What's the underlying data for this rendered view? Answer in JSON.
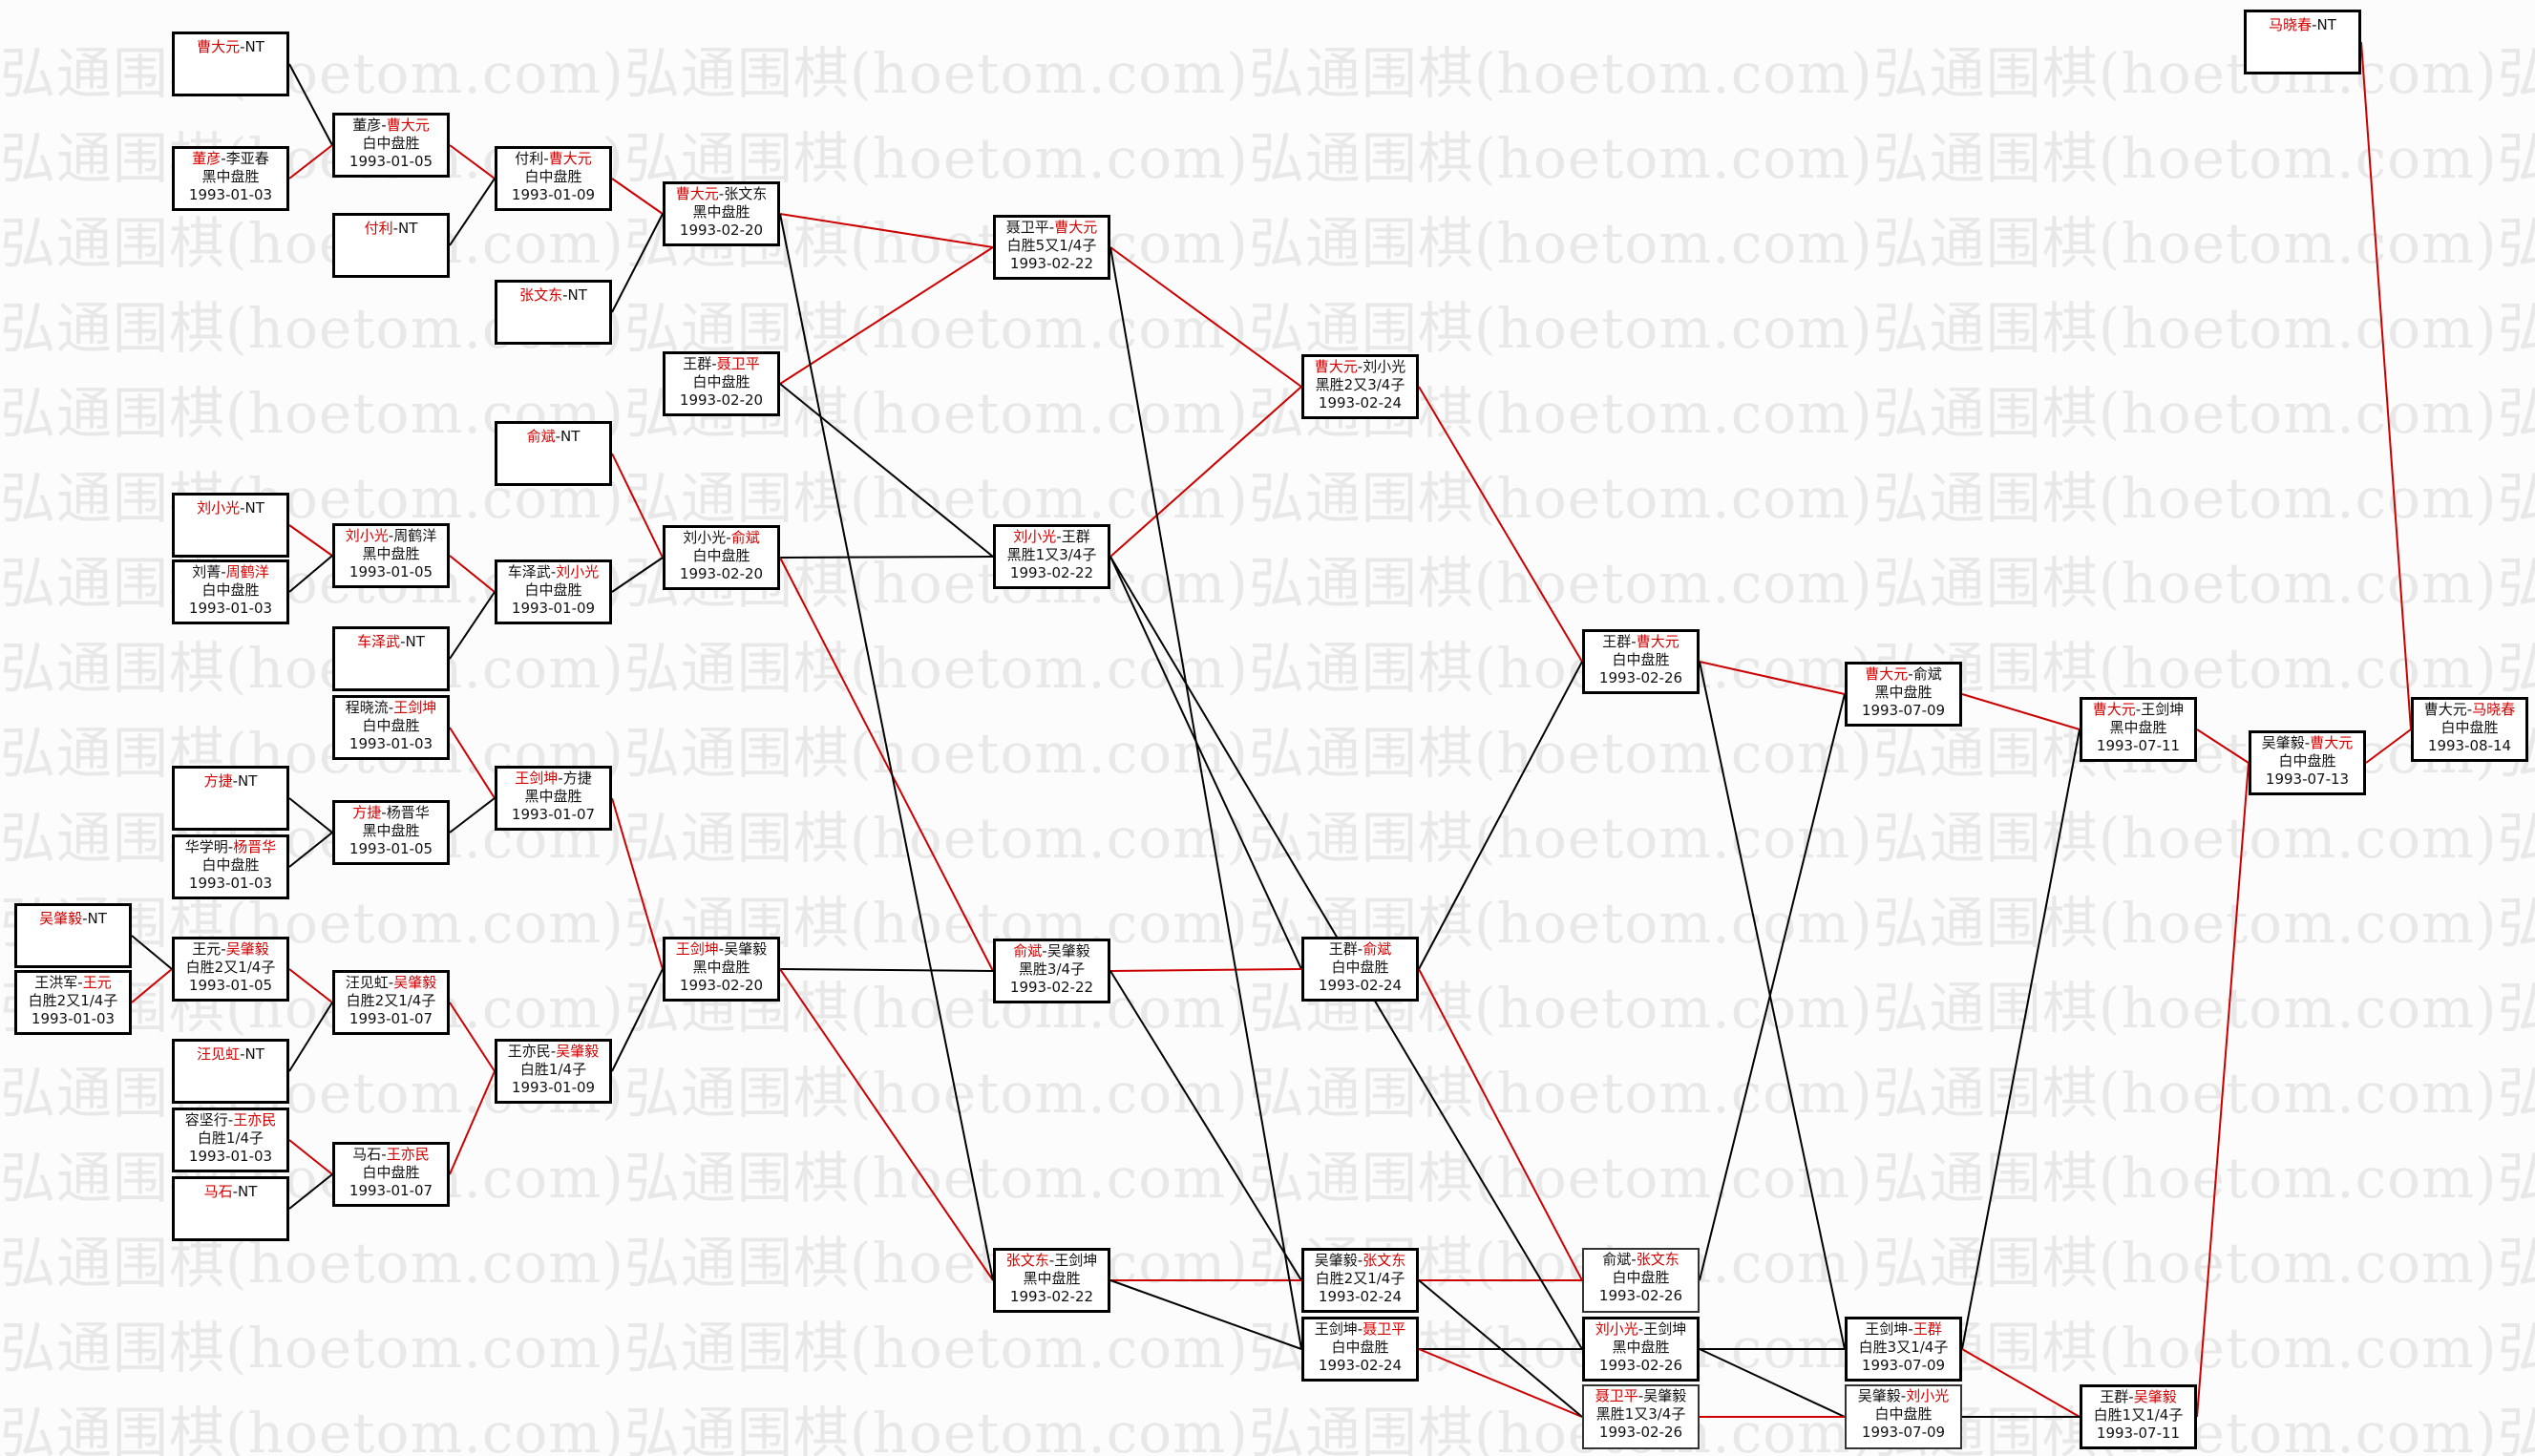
{
  "watermark": "弘通围棋(hoetom.com)",
  "colors": {
    "winner": "#d40000",
    "line_win": "#cc0000",
    "line_other": "#000000"
  },
  "matches": [
    {
      "id": "m1",
      "a": "曹大元",
      "b": "NT",
      "w": "a"
    },
    {
      "id": "m2",
      "a": "董彦",
      "b": "李亚春",
      "w": "a",
      "r": "黑中盘胜",
      "d": "1993-01-03"
    },
    {
      "id": "m3",
      "a": "董彦",
      "b": "曹大元",
      "w": "b",
      "r": "白中盘胜",
      "d": "1993-01-05"
    },
    {
      "id": "m4",
      "a": "付利",
      "b": "NT",
      "w": "a"
    },
    {
      "id": "m5",
      "a": "付利",
      "b": "曹大元",
      "w": "b",
      "r": "白中盘胜",
      "d": "1993-01-09"
    },
    {
      "id": "m6",
      "a": "张文东",
      "b": "NT",
      "w": "a"
    },
    {
      "id": "m7",
      "a": "曹大元",
      "b": "张文东",
      "w": "a",
      "r": "黑中盘胜",
      "d": "1993-02-20"
    },
    {
      "id": "m8",
      "a": "王群",
      "b": "聂卫平",
      "w": "b",
      "r": "白中盘胜",
      "d": "1993-02-20"
    },
    {
      "id": "m9",
      "a": "俞斌",
      "b": "NT",
      "w": "a"
    },
    {
      "id": "m10",
      "a": "刘小光",
      "b": "NT",
      "w": "a"
    },
    {
      "id": "m11",
      "a": "刘菁",
      "b": "周鹤洋",
      "w": "b",
      "r": "白中盘胜",
      "d": "1993-01-03"
    },
    {
      "id": "m12",
      "a": "刘小光",
      "b": "周鹤洋",
      "w": "a",
      "r": "黑中盘胜",
      "d": "1993-01-05"
    },
    {
      "id": "m13",
      "a": "车泽武",
      "b": "NT",
      "w": "a"
    },
    {
      "id": "m14",
      "a": "车泽武",
      "b": "刘小光",
      "w": "b",
      "r": "白中盘胜",
      "d": "1993-01-09"
    },
    {
      "id": "m15",
      "a": "刘小光",
      "b": "俞斌",
      "w": "b",
      "r": "白中盘胜",
      "d": "1993-02-20"
    },
    {
      "id": "m16",
      "a": "程晓流",
      "b": "王剑坤",
      "w": "b",
      "r": "白中盘胜",
      "d": "1993-01-03"
    },
    {
      "id": "m17",
      "a": "方捷",
      "b": "NT",
      "w": "a"
    },
    {
      "id": "m18",
      "a": "华学明",
      "b": "杨晋华",
      "w": "b",
      "r": "白中盘胜",
      "d": "1993-01-03"
    },
    {
      "id": "m19",
      "a": "方捷",
      "b": "杨晋华",
      "w": "a",
      "r": "黑中盘胜",
      "d": "1993-01-05"
    },
    {
      "id": "m20",
      "a": "王剑坤",
      "b": "方捷",
      "w": "a",
      "r": "黑中盘胜",
      "d": "1993-01-07"
    },
    {
      "id": "m21",
      "a": "吴肇毅",
      "b": "NT",
      "w": "a"
    },
    {
      "id": "m22",
      "a": "王洪军",
      "b": "王元",
      "w": "b",
      "r": "白胜2又1/4子",
      "d": "1993-01-03"
    },
    {
      "id": "m23",
      "a": "王元",
      "b": "吴肇毅",
      "w": "b",
      "r": "白胜2又1/4子",
      "d": "1993-01-05"
    },
    {
      "id": "m24",
      "a": "汪见虹",
      "b": "NT",
      "w": "a"
    },
    {
      "id": "m25",
      "a": "汪见虹",
      "b": "吴肇毅",
      "w": "b",
      "r": "白胜2又1/4子",
      "d": "1993-01-07"
    },
    {
      "id": "m26",
      "a": "容坚行",
      "b": "王亦民",
      "w": "b",
      "r": "白胜1/4子",
      "d": "1993-01-03"
    },
    {
      "id": "m27",
      "a": "马石",
      "b": "NT",
      "w": "a"
    },
    {
      "id": "m28",
      "a": "马石",
      "b": "王亦民",
      "w": "b",
      "r": "白中盘胜",
      "d": "1993-01-07"
    },
    {
      "id": "m29",
      "a": "王亦民",
      "b": "吴肇毅",
      "w": "b",
      "r": "白胜1/4子",
      "d": "1993-01-09"
    },
    {
      "id": "m30",
      "a": "王剑坤",
      "b": "吴肇毅",
      "w": "a",
      "r": "黑中盘胜",
      "d": "1993-02-20"
    },
    {
      "id": "m31",
      "a": "聂卫平",
      "b": "曹大元",
      "w": "b",
      "r": "白胜5又1/4子",
      "d": "1993-02-22"
    },
    {
      "id": "m32",
      "a": "刘小光",
      "b": "王群",
      "w": "a",
      "r": "黑胜1又3/4子",
      "d": "1993-02-22"
    },
    {
      "id": "m33",
      "a": "俞斌",
      "b": "吴肇毅",
      "w": "a",
      "r": "黑胜3/4子",
      "d": "1993-02-22"
    },
    {
      "id": "m34",
      "a": "张文东",
      "b": "王剑坤",
      "w": "a",
      "r": "黑中盘胜",
      "d": "1993-02-22"
    },
    {
      "id": "m35",
      "a": "曹大元",
      "b": "刘小光",
      "w": "a",
      "r": "黑胜2又3/4子",
      "d": "1993-02-24"
    },
    {
      "id": "m36",
      "a": "王群",
      "b": "俞斌",
      "w": "b",
      "r": "白中盘胜",
      "d": "1993-02-24"
    },
    {
      "id": "m37",
      "a": "吴肇毅",
      "b": "张文东",
      "w": "b",
      "r": "白胜2又1/4子",
      "d": "1993-02-24"
    },
    {
      "id": "m38",
      "a": "王剑坤",
      "b": "聂卫平",
      "w": "b",
      "r": "白中盘胜",
      "d": "1993-02-24"
    },
    {
      "id": "m39",
      "a": "王群",
      "b": "曹大元",
      "w": "b",
      "r": "白中盘胜",
      "d": "1993-02-26"
    },
    {
      "id": "m40",
      "a": "俞斌",
      "b": "张文东",
      "w": "b",
      "r": "白中盘胜",
      "d": "1993-02-26"
    },
    {
      "id": "m41",
      "a": "刘小光",
      "b": "王剑坤",
      "w": "a",
      "r": "黑中盘胜",
      "d": "1993-02-26"
    },
    {
      "id": "m42",
      "a": "聂卫平",
      "b": "吴肇毅",
      "w": "a",
      "r": "黑胜1又3/4子",
      "d": "1993-02-26"
    },
    {
      "id": "m43",
      "a": "曹大元",
      "b": "俞斌",
      "w": "a",
      "r": "黑中盘胜",
      "d": "1993-07-09"
    },
    {
      "id": "m44",
      "a": "王剑坤",
      "b": "王群",
      "w": "b",
      "r": "白胜3又1/4子",
      "d": "1993-07-09"
    },
    {
      "id": "m45",
      "a": "吴肇毅",
      "b": "刘小光",
      "w": "b",
      "r": "白中盘胜",
      "d": "1993-07-09"
    },
    {
      "id": "m46",
      "a": "曹大元",
      "b": "王剑坤",
      "w": "a",
      "r": "黑中盘胜",
      "d": "1993-07-11"
    },
    {
      "id": "m47",
      "a": "王群",
      "b": "吴肇毅",
      "w": "b",
      "r": "白胜1又1/4子",
      "d": "1993-07-11"
    },
    {
      "id": "m48",
      "a": "吴肇毅",
      "b": "曹大元",
      "w": "b",
      "r": "白中盘胜",
      "d": "1993-07-13"
    },
    {
      "id": "m49",
      "a": "马晓春",
      "b": "NT",
      "w": "a"
    },
    {
      "id": "m50",
      "a": "曹大元",
      "b": "马晓春",
      "w": "b",
      "r": "白中盘胜",
      "d": "1993-08-14"
    }
  ]
}
